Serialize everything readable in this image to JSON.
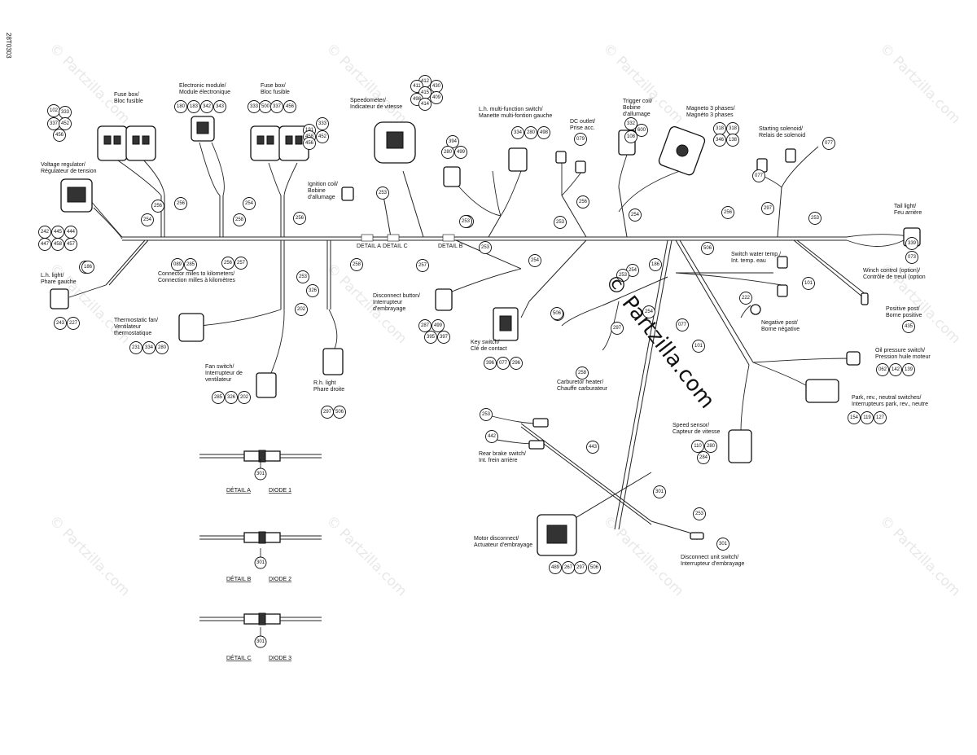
{
  "doc_id": "28T0303",
  "watermark": "© Partzilla.com",
  "center_watermark": "© Partzilla.com",
  "labels": [
    {
      "id": "fusebox1",
      "lines": [
        "Fuse box/",
        "Bloc fusible"
      ]
    },
    {
      "id": "elecmod",
      "lines": [
        "Electronic module/",
        "Module électronique"
      ]
    },
    {
      "id": "fusebox2",
      "lines": [
        "Fuse box/",
        "Bloc fusible"
      ]
    },
    {
      "id": "speedo",
      "lines": [
        "Speedometer/",
        "Indicateur de vitesse"
      ]
    },
    {
      "id": "lhmulti",
      "lines": [
        "L.h. multi-function switch/",
        "Manette multi-fontion gauche"
      ]
    },
    {
      "id": "dcout",
      "lines": [
        "DC outlet/",
        "Prise acc."
      ]
    },
    {
      "id": "trigger",
      "lines": [
        "Trigger coil/",
        "Bobine",
        "d'allumage"
      ]
    },
    {
      "id": "magneto",
      "lines": [
        "Magneto 3 phases/",
        "Magnéto 3 phases"
      ]
    },
    {
      "id": "starting",
      "lines": [
        "Starting solenoid/",
        "Relais de solenoid"
      ]
    },
    {
      "id": "voltreg",
      "lines": [
        "Voltage regulator/",
        "Régulateur de tension"
      ]
    },
    {
      "id": "ignition",
      "lines": [
        "Ignition coil/",
        "Bobine",
        "d'allumage"
      ]
    },
    {
      "id": "taillight",
      "lines": [
        "Tail light/",
        "Feu arrière"
      ]
    },
    {
      "id": "winch",
      "lines": [
        "Winch control (option)/",
        "Contrôle de treuil (option"
      ]
    },
    {
      "id": "lhlight",
      "lines": [
        "L.h. light/",
        "Phare gauche"
      ]
    },
    {
      "id": "connector",
      "lines": [
        "Connector miles to kilometers/",
        "Connection milles à kilomètres"
      ]
    },
    {
      "id": "switchwater",
      "lines": [
        "Switch water temp./",
        "Int. temp. eau"
      ]
    },
    {
      "id": "disconnect",
      "lines": [
        "Disconnect button/",
        "Interrupteur",
        "d'embrayage"
      ]
    },
    {
      "id": "positive",
      "lines": [
        "Positive post/",
        "Borne positive"
      ]
    },
    {
      "id": "negative",
      "lines": [
        "Negative post/",
        "Borne négative"
      ]
    },
    {
      "id": "thermo",
      "lines": [
        "Thermostatic fan/",
        "Ventilateur",
        "thermostatique"
      ]
    },
    {
      "id": "keyswitch",
      "lines": [
        "Key switch/",
        "Clé de contact"
      ]
    },
    {
      "id": "oilpress",
      "lines": [
        "Oil pressure switch/",
        "Pression huile moteur"
      ]
    },
    {
      "id": "fanswitch",
      "lines": [
        "Fan switch/",
        "Interrupteur de",
        "ventilateur"
      ]
    },
    {
      "id": "rhlight",
      "lines": [
        "R.h. light",
        "Phare droite"
      ]
    },
    {
      "id": "carb",
      "lines": [
        "Carburetor heater/",
        "Chauffe carburateur"
      ]
    },
    {
      "id": "park",
      "lines": [
        "Park, rev., neutral switches/",
        "Interrupteurs park, rev., neutre"
      ]
    },
    {
      "id": "speedsensor",
      "lines": [
        "Speed sensor/",
        "Capteur de vitesse"
      ]
    },
    {
      "id": "rearbrake",
      "lines": [
        "Rear brake switch/",
        "Int. frein arrière"
      ]
    },
    {
      "id": "motordisc",
      "lines": [
        "Motor disconnect/",
        "Actuateur d'embrayage"
      ]
    },
    {
      "id": "discunit",
      "lines": [
        "Disconnect unit switch/",
        "Interrupteur d'embrayage"
      ]
    }
  ],
  "details": [
    {
      "title": "DÉTAIL A",
      "name": "DIODE 1",
      "part": "301"
    },
    {
      "title": "DÉTAIL B",
      "name": "DIODE 2",
      "part": "301"
    },
    {
      "title": "DÉTAIL C",
      "name": "DIODE 3",
      "part": "301"
    }
  ],
  "harness_tags": [
    "DETAIL A",
    "DETAIL C",
    "DETAIL B"
  ],
  "callouts": [
    "102",
    "333",
    "337",
    "452",
    "456",
    "180",
    "183",
    "342",
    "343",
    "333",
    "500",
    "337",
    "456",
    "191",
    "333",
    "458",
    "452",
    "456",
    "412",
    "411",
    "430",
    "415",
    "409",
    "498",
    "414",
    "394",
    "280",
    "499",
    "334",
    "280",
    "498",
    "079",
    "332",
    "600",
    "108",
    "318",
    "318",
    "346",
    "138",
    "077",
    "077",
    "077",
    "242",
    "445",
    "444",
    "447",
    "458",
    "457",
    "254",
    "256",
    "186",
    "256",
    "254",
    "258",
    "256",
    "258",
    "253",
    "257",
    "257",
    "253",
    "254",
    "253",
    "256",
    "254",
    "256",
    "253",
    "506",
    "297",
    "089",
    "285",
    "256",
    "257",
    "186",
    "253",
    "186",
    "253",
    "326",
    "202",
    "243",
    "227",
    "231",
    "334",
    "280",
    "287",
    "499",
    "395",
    "397",
    "396",
    "077",
    "296",
    "506",
    "258",
    "297",
    "254",
    "253",
    "254",
    "077",
    "101",
    "101",
    "222",
    "435",
    "339",
    "073",
    "062",
    "142",
    "139",
    "154",
    "119",
    "127",
    "110",
    "280",
    "284",
    "285",
    "326",
    "202",
    "297",
    "506",
    "253",
    "442",
    "443",
    "489",
    "267",
    "297",
    "506",
    "253",
    "301",
    "301",
    "301"
  ]
}
